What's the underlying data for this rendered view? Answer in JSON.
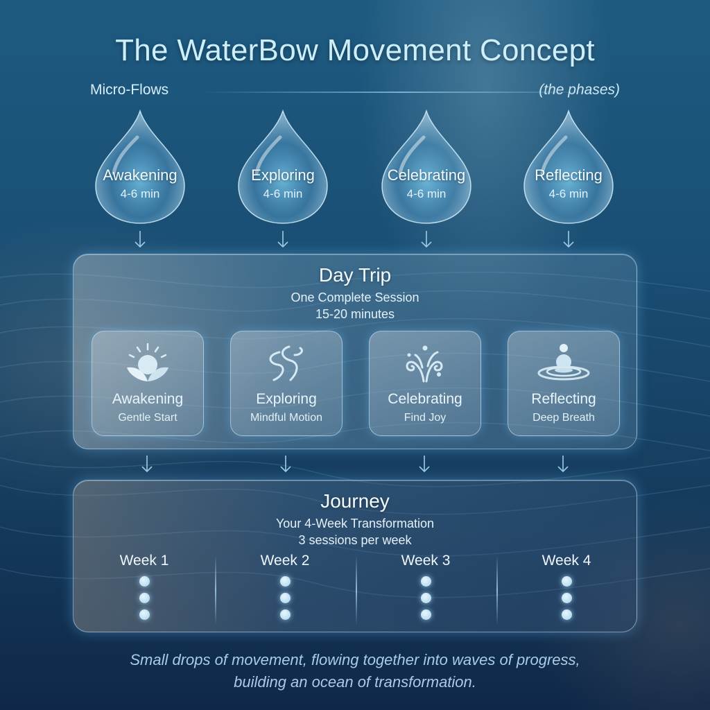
{
  "title": "The WaterBow Movement Concept",
  "micro_flows": {
    "label": "Micro-Flows",
    "phases_note": "(the phases)",
    "drops": [
      {
        "name": "Awakening",
        "duration": "4-6 min"
      },
      {
        "name": "Exploring",
        "duration": "4-6 min"
      },
      {
        "name": "Celebrating",
        "duration": "4-6 min"
      },
      {
        "name": "Reflecting",
        "duration": "4-6 min"
      }
    ]
  },
  "day_trip": {
    "title": "Day Trip",
    "subtitle": "One Complete Session",
    "duration": "15-20 minutes",
    "cards": [
      {
        "name": "Awakening",
        "sub": "Gentle Start",
        "icon": "sunrise-leaves-icon"
      },
      {
        "name": "Exploring",
        "sub": "Mindful Motion",
        "icon": "flowing-streams-icon"
      },
      {
        "name": "Celebrating",
        "sub": "Find Joy",
        "icon": "fountain-swirl-icon"
      },
      {
        "name": "Reflecting",
        "sub": "Deep Breath",
        "icon": "stone-ripple-icon"
      }
    ]
  },
  "journey": {
    "title": "Journey",
    "subtitle": "Your 4-Week Transformation",
    "frequency": "3 sessions per week",
    "weeks": [
      {
        "label": "Week 1",
        "sessions": 3
      },
      {
        "label": "Week 2",
        "sessions": 3
      },
      {
        "label": "Week 3",
        "sessions": 3
      },
      {
        "label": "Week 4",
        "sessions": 3
      }
    ]
  },
  "footer": {
    "line1": "Small drops of movement, flowing together into waves of progress,",
    "line2": "building an ocean of transformation."
  },
  "colors": {
    "background_top": "#1e5a80",
    "background_bottom": "#0f2848",
    "title": "#cdeefb",
    "glow": "#78c8ff",
    "footer_text": "#a9cbe5"
  }
}
